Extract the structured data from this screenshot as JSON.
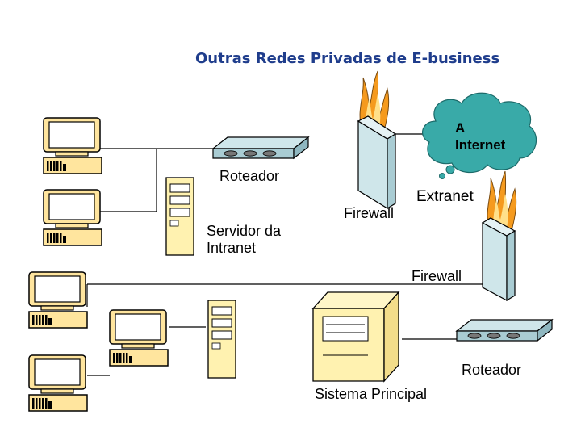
{
  "title": "Outras Redes Privadas de E-business",
  "labels": {
    "internet": "A\nInternet",
    "router_top": "Roteador",
    "intranet_server": "Servidor da\nIntranet",
    "firewall_left": "Firewall",
    "extranet": "Extranet",
    "firewall_right": "Firewall",
    "router_bottom": "Roteador",
    "mainframe": "Sistema Principal"
  },
  "colors": {
    "title": "#1f3d8c",
    "workstation": "#ffe59e",
    "workstation_outline": "#000000",
    "cloud": "#39aaa8",
    "firewall": "#cfe6ea",
    "flame_outer": "#f59a1e",
    "flame_inner": "#ffe08a",
    "router": "#cfe6ea",
    "server": "#fff2b0",
    "mainframe": "#fff2b0"
  },
  "icons": [
    "workstation-icon",
    "router-icon",
    "server-icon",
    "firewall-icon",
    "internet-cloud-icon",
    "mainframe-icon"
  ]
}
